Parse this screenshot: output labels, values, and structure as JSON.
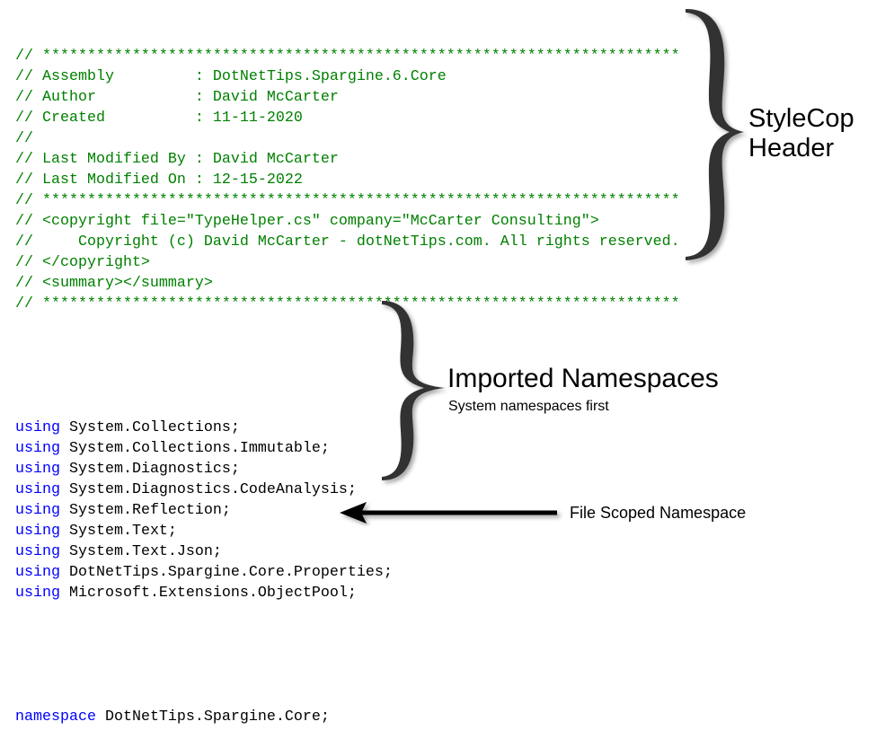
{
  "header_comments": [
    "// ***********************************************************************",
    "// Assembly         : DotNetTips.Spargine.6.Core",
    "// Author           : David McCarter",
    "// Created          : 11-11-2020",
    "//",
    "// Last Modified By : David McCarter",
    "// Last Modified On : 12-15-2022",
    "// ***********************************************************************",
    "// <copyright file=\"TypeHelper.cs\" company=\"McCarter Consulting\">",
    "//     Copyright (c) David McCarter - dotNetTips.com. All rights reserved.",
    "// </copyright>",
    "// <summary></summary>",
    "// ***********************************************************************"
  ],
  "using_keyword": "using",
  "usings": [
    " System.Collections;",
    " System.Collections.Immutable;",
    " System.Diagnostics;",
    " System.Diagnostics.CodeAnalysis;",
    " System.Reflection;",
    " System.Text;",
    " System.Text.Json;",
    " DotNetTips.Spargine.Core.Properties;",
    " Microsoft.Extensions.ObjectPool;"
  ],
  "namespace_keyword": "namespace",
  "namespace_name": " DotNetTips.Spargine.Core;",
  "annotations": {
    "header_line1": "StyleCop",
    "header_line2": "Header",
    "imports_title": "Imported Namespaces",
    "imports_subtitle": "System namespaces first",
    "namespace_label": "File Scoped Namespace"
  },
  "colors": {
    "comment": "#008000",
    "keyword": "#0000ff",
    "brace": "#333333"
  }
}
